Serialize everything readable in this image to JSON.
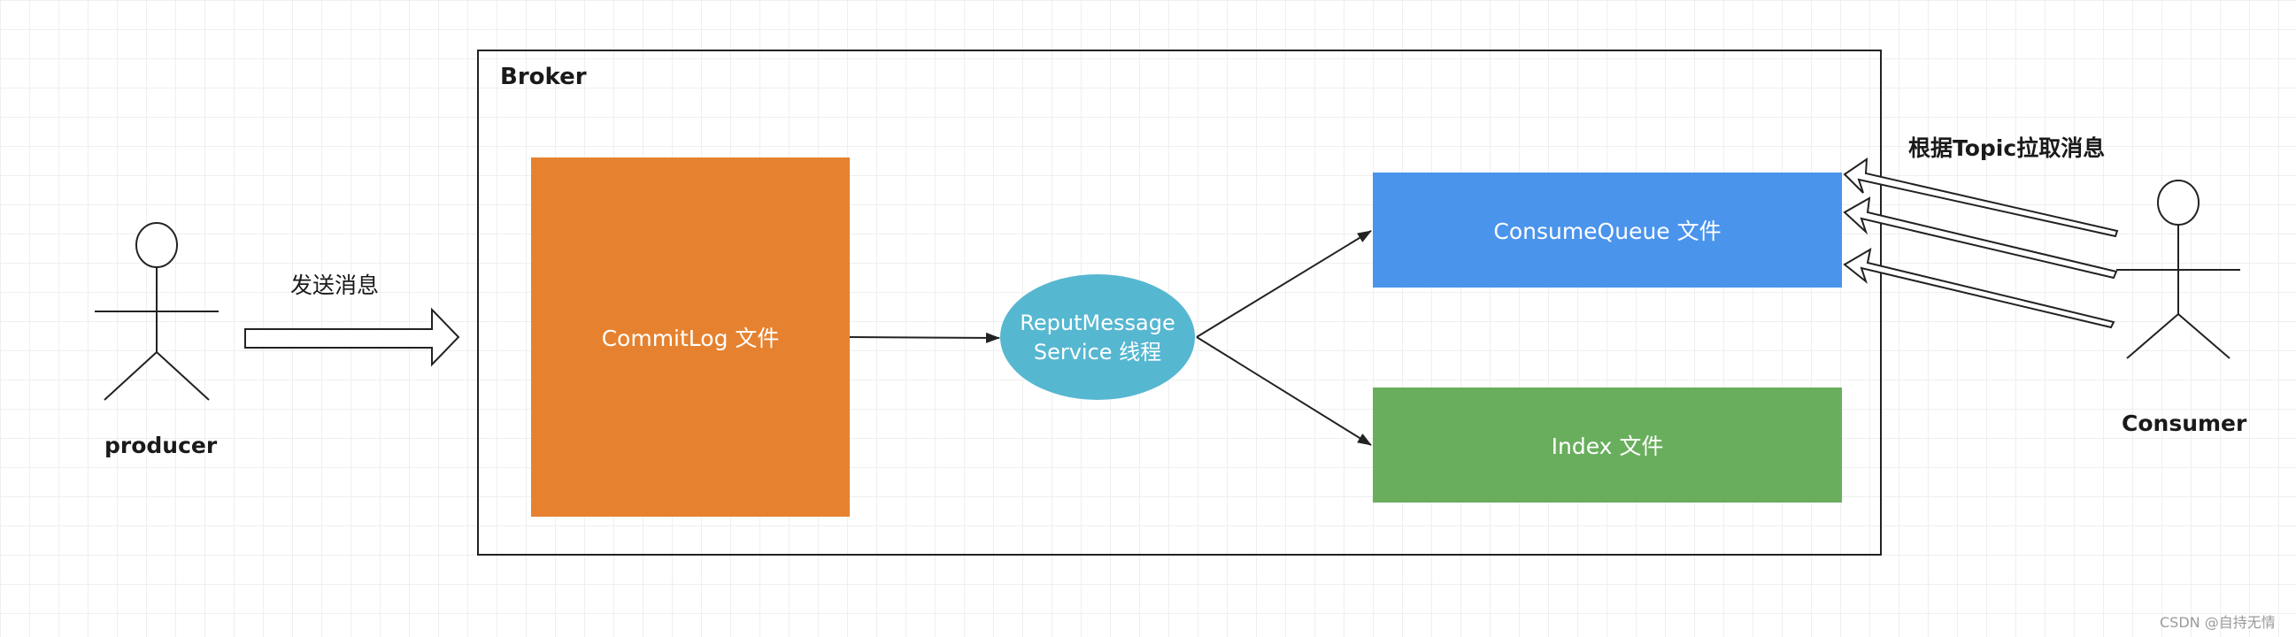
{
  "diagram": {
    "broker": {
      "label": "Broker"
    },
    "producer": {
      "label": "producer"
    },
    "consumer": {
      "label": "Consumer"
    },
    "send_message_label": "发送消息",
    "pull_by_topic_label": "根据Topic拉取消息",
    "commitlog": {
      "label": "CommitLog 文件",
      "color": "#e6822f"
    },
    "reput_service": {
      "line1": "ReputMessage",
      "line2": "Service 线程",
      "color": "#56b7d1"
    },
    "consume_queue": {
      "label": "ConsumeQueue 文件",
      "color": "#4a94ec"
    },
    "index": {
      "label": "Index 文件",
      "color": "#69ae5c"
    }
  },
  "watermark": "CSDN @自持无情"
}
